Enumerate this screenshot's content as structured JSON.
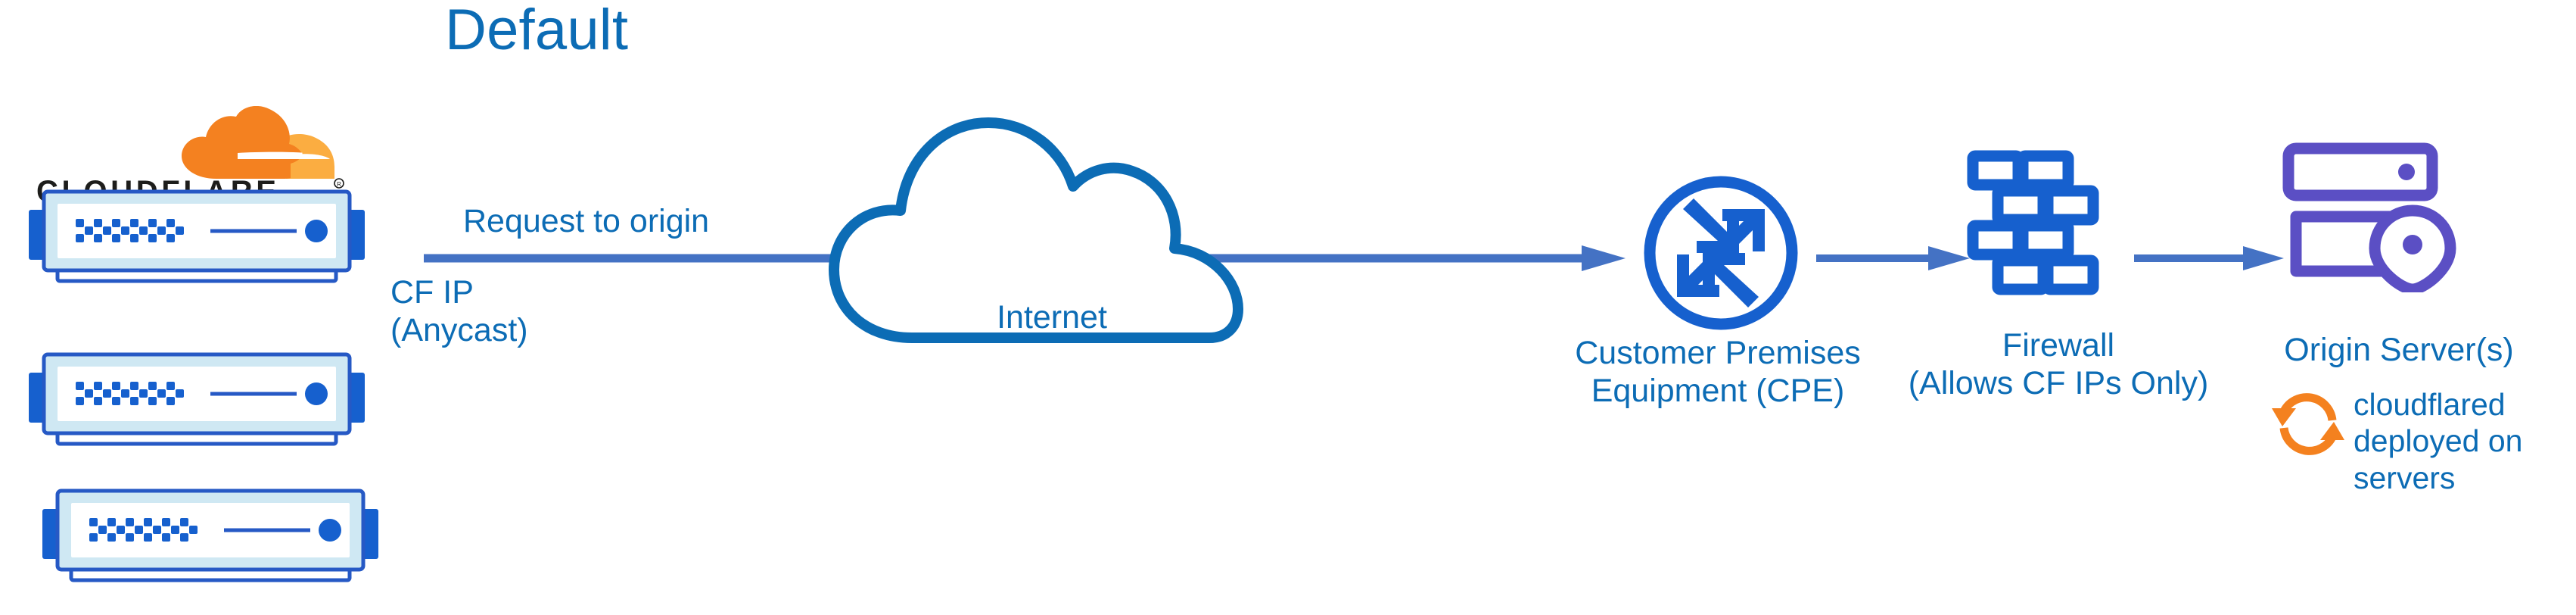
{
  "title": "Default",
  "colors": {
    "primary_blue": "#0C6CB5",
    "icon_blue": "#1660CE",
    "connector_blue": "#4472C4",
    "origin_purple": "#5B4FC4",
    "cloudflare_orange": "#F48120",
    "cloudflare_orange_light": "#FBAD41",
    "switch_band": "#CFE8F3",
    "background": "#FFFFFF"
  },
  "source": {
    "logo_mark": "cloudflare-cloud-mark",
    "logo_wordmark": "CLOUDFLARE",
    "registered_mark": "®",
    "device_count": 3,
    "device_icon": "network-switch-icon",
    "ip_label": "CF IP\n(Anycast)"
  },
  "flow": {
    "request_label": "Request to origin",
    "arrow_icon": "arrow-right-icon"
  },
  "nodes": [
    {
      "id": "internet",
      "icon": "cloud-icon",
      "label": "Internet",
      "color": "#0C6CB5"
    },
    {
      "id": "cpe",
      "icon": "router-icon",
      "label": "Customer Premises\nEquipment (CPE)",
      "color": "#1660CE"
    },
    {
      "id": "firewall",
      "icon": "brick-wall-icon",
      "label": "Firewall\n(Allows CF IPs Only)",
      "color": "#1660CE"
    },
    {
      "id": "origin",
      "icon": "server-rack-location-pin-icon",
      "label": "Origin Server(s)",
      "color": "#5B4FC4"
    }
  ],
  "annotation": {
    "icon": "sync-refresh-icon",
    "text": "cloudflared\ndeployed on\nservers"
  }
}
